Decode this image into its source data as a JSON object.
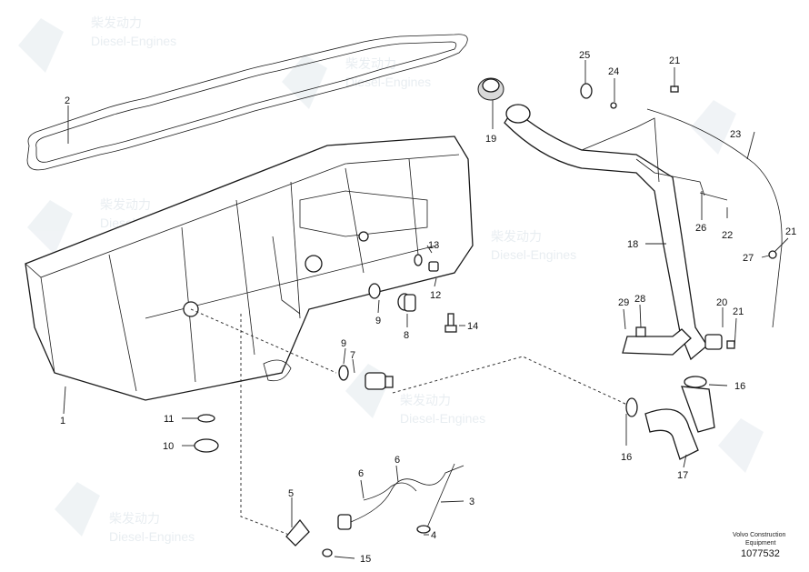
{
  "watermark": {
    "brand_cn": "柴发动力",
    "brand_en": "Diesel-Engines"
  },
  "callouts": [
    {
      "id": "c1",
      "text": "1"
    },
    {
      "id": "c2",
      "text": "2"
    },
    {
      "id": "c3",
      "text": "3"
    },
    {
      "id": "c4",
      "text": "4"
    },
    {
      "id": "c5",
      "text": "5"
    },
    {
      "id": "c6a",
      "text": "6"
    },
    {
      "id": "c6b",
      "text": "6"
    },
    {
      "id": "c7",
      "text": "7"
    },
    {
      "id": "c8",
      "text": "8"
    },
    {
      "id": "c9a",
      "text": "9"
    },
    {
      "id": "c9b",
      "text": "9"
    },
    {
      "id": "c10",
      "text": "10"
    },
    {
      "id": "c11",
      "text": "11"
    },
    {
      "id": "c12",
      "text": "12"
    },
    {
      "id": "c13",
      "text": "13"
    },
    {
      "id": "c14",
      "text": "14"
    },
    {
      "id": "c15",
      "text": "15"
    },
    {
      "id": "c16a",
      "text": "16"
    },
    {
      "id": "c16b",
      "text": "16"
    },
    {
      "id": "c17",
      "text": "17"
    },
    {
      "id": "c18",
      "text": "18"
    },
    {
      "id": "c19",
      "text": "19"
    },
    {
      "id": "c20",
      "text": "20"
    },
    {
      "id": "c21a",
      "text": "21"
    },
    {
      "id": "c21b",
      "text": "21"
    },
    {
      "id": "c21c",
      "text": "21"
    },
    {
      "id": "c22",
      "text": "22"
    },
    {
      "id": "c23",
      "text": "23"
    },
    {
      "id": "c24",
      "text": "24"
    },
    {
      "id": "c25",
      "text": "25"
    },
    {
      "id": "c26",
      "text": "26"
    },
    {
      "id": "c27",
      "text": "27"
    },
    {
      "id": "c28",
      "text": "28"
    },
    {
      "id": "c29",
      "text": "29"
    }
  ],
  "footer": {
    "company_line1": "Volvo Construction",
    "company_line2": "Equipment",
    "drawing_number": "1077532"
  }
}
